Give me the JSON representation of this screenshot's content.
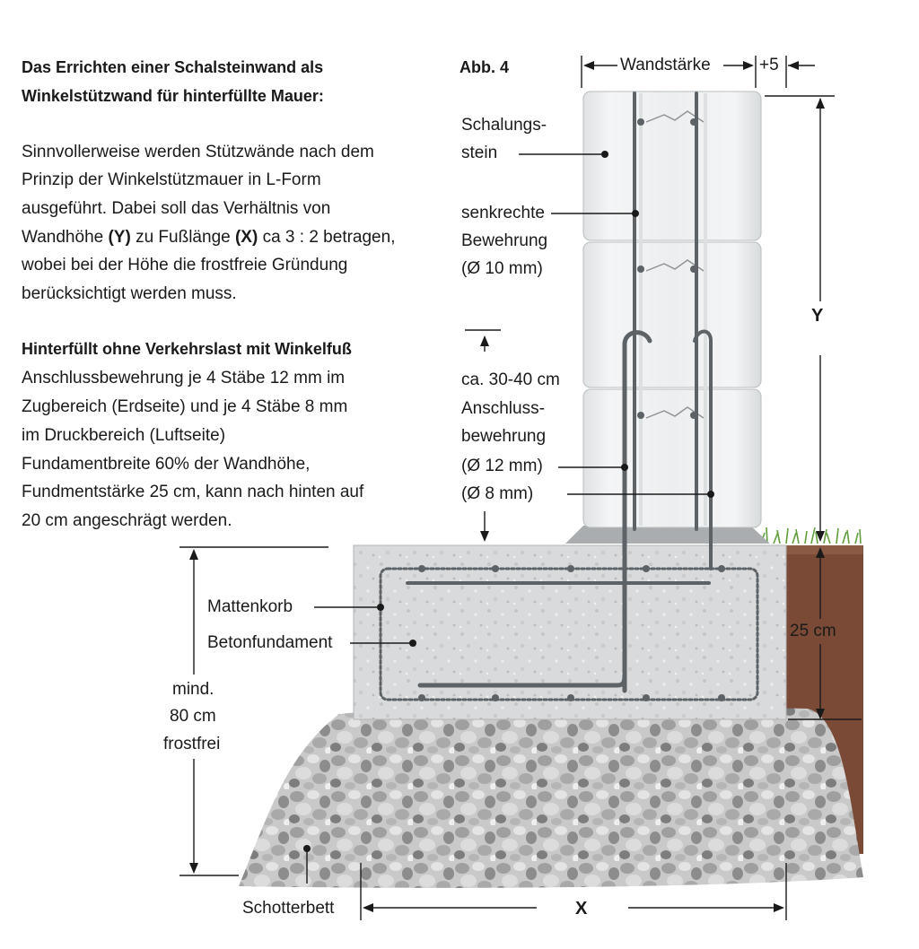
{
  "heading": {
    "line1": "Das Errichten einer Schalsteinwand als",
    "line2": "Winkelstützwand für hinterfüllte Mauer:"
  },
  "intro": {
    "line1": "Sinnvollerweise werden Stützwände nach dem",
    "line2": "Prinzip der Winkelstützmauer in L-Form",
    "line3": "ausgeführt. Dabei soll das Verhältnis von",
    "line4_a": "Wandhöhe ",
    "line4_b": "(Y)",
    "line4_c": " zu Fußlänge ",
    "line4_d": "(X)",
    "line4_e": " ca 3 : 2 betragen,",
    "line5": "wobei bei der Höhe die frostfreie Gründung",
    "line6": "berücksichtigt werden muss."
  },
  "section2": {
    "heading": "Hinterfüllt ohne Verkehrslast mit Winkelfuß",
    "line1": "Anschlussbewehrung je 4 Stäbe 12 mm im",
    "line2": "Zugbereich (Erdseite) und je 4 Stäbe 8 mm",
    "line3": "im Druckbereich (Luftseite)",
    "line4": "Fundamentbreite 60% der Wandhöhe,",
    "line5": "Fundmentstärke 25 cm, kann nach hinten auf",
    "line6": "20 cm angeschrägt werden."
  },
  "figure": {
    "title": "Abb. 4",
    "wall_thickness": "Wandstärke",
    "plus5": "+5",
    "dim_y": "Y",
    "dim_x": "X",
    "schalungsstein_1": "Schalungs-",
    "schalungsstein_2": "stein",
    "vertical_1": "senkrechte",
    "vertical_2": "Bewehrung",
    "vertical_3": "(Ø 10 mm)",
    "lap_length": "ca. 30-40 cm",
    "anschluss_1": "Anschluss-",
    "anschluss_2": "bewehrung",
    "anschluss_3": "(Ø 12 mm)",
    "anschluss_4": "(Ø 8 mm)",
    "mattenkorb": "Mattenkorb",
    "betonfundament": "Betonfundament",
    "depth_1": "mind.",
    "depth_2": "80 cm",
    "depth_3": "frostfrei",
    "foundation_thickness": "25 cm",
    "schotterbett": "Schotterbett"
  },
  "colors": {
    "text": "#1a1a1a",
    "block": "#e9ebec",
    "block_edge": "#b9bdbf",
    "concrete": "#d9dbdc",
    "rebar": "#5c6266",
    "soil": "#7a4a36",
    "grass": "#5f9e3a",
    "gravel": "#b8b8b8"
  }
}
